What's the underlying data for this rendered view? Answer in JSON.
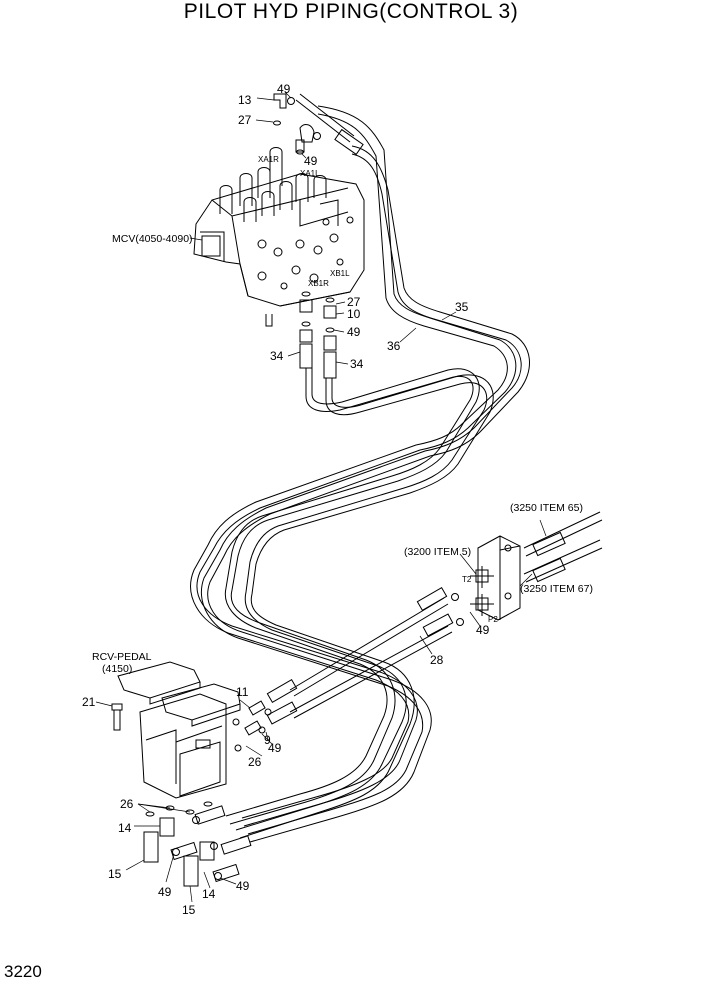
{
  "title": "PILOT HYD PIPING(CONTROL 3)",
  "page_number": "3220",
  "component_labels": {
    "mcv": "MCV(4050-4090)",
    "rcv_line1": "RCV-PEDAL",
    "rcv_line2": "(4150)",
    "ref_3200": "(3200 ITEM 5)",
    "ref_3250_65": "(3250 ITEM 65)",
    "ref_3250_67": "(3250 ITEM 67)"
  },
  "port_labels": {
    "xa1r": "XA1R",
    "xa1l": "XA1L",
    "xb1l": "XB1L",
    "xb1r": "XB1R",
    "t2": "T2",
    "p2": "P2"
  },
  "part_numbers": {
    "p13": "13",
    "p49_a": "49",
    "p27_a": "27",
    "p49_b": "49",
    "p27_b": "27",
    "p10": "10",
    "p49_c": "49",
    "p34_a": "34",
    "p34_b": "34",
    "p35": "35",
    "p36": "36",
    "p28": "28",
    "p49_d": "49",
    "p21": "21",
    "p11": "11",
    "p9": "9",
    "p49_e": "49",
    "p26_a": "26",
    "p26_b": "26",
    "p14_a": "14",
    "p14_b": "14",
    "p15_a": "15",
    "p15_b": "15",
    "p49_f": "49",
    "p49_g": "49"
  }
}
